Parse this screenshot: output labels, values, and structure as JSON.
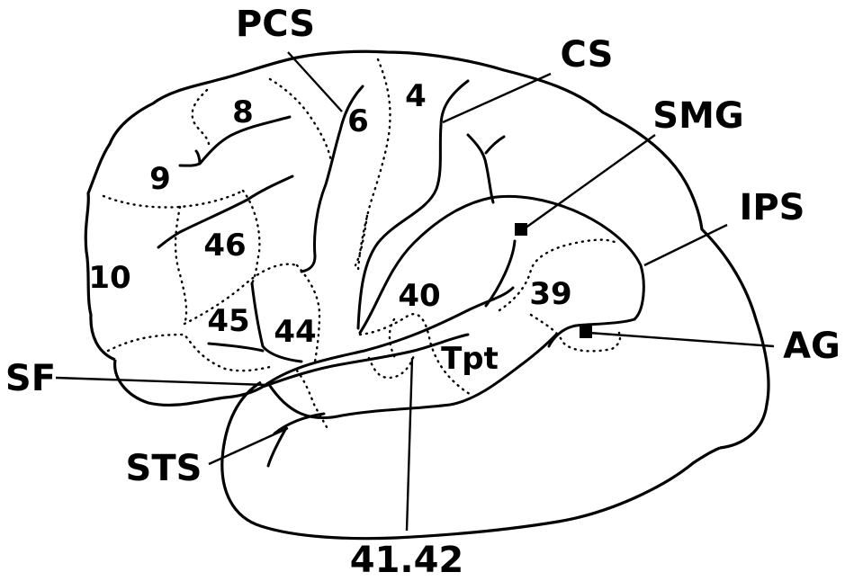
{
  "labels": {
    "sulci": {
      "pcs": "PCS",
      "cs": "CS",
      "smg": "SMG",
      "ips": "IPS",
      "ag": "AG",
      "sf": "SF",
      "sts": "STS",
      "a4142": "41.42"
    },
    "areas": {
      "a8": "8",
      "a6": "6",
      "a4": "4",
      "a9": "9",
      "a46": "46",
      "a10": "10",
      "a40": "40",
      "a39": "39",
      "a45": "45",
      "a44": "44",
      "tpt": "Tpt"
    }
  },
  "colors": {
    "ink": "#000000",
    "background": "#ffffff"
  }
}
